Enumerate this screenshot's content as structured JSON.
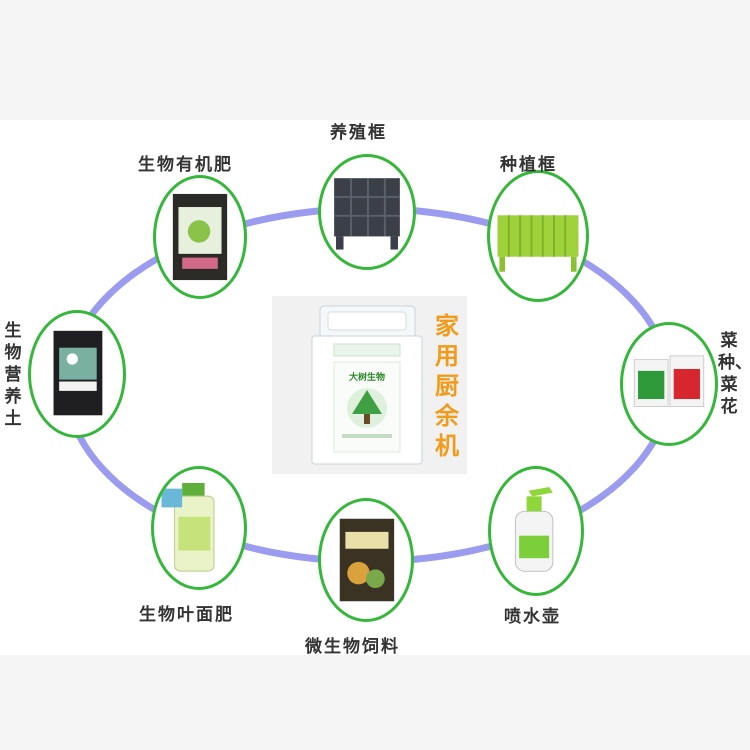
{
  "center": {
    "title": "家用厨余机",
    "device_brand": "大树生物"
  },
  "nodes": [
    {
      "label": "养殖框"
    },
    {
      "label": "种植框"
    },
    {
      "label": "菜种、菜花"
    },
    {
      "label": "喷水壶"
    },
    {
      "label": "微生物饲料"
    },
    {
      "label": "生物叶面肥"
    },
    {
      "label": "生物营养土"
    },
    {
      "label": "生物有机肥"
    }
  ],
  "colors": {
    "ring": "#9b9cf0",
    "node_border": "#35b73a",
    "title": "#f29a1a"
  }
}
